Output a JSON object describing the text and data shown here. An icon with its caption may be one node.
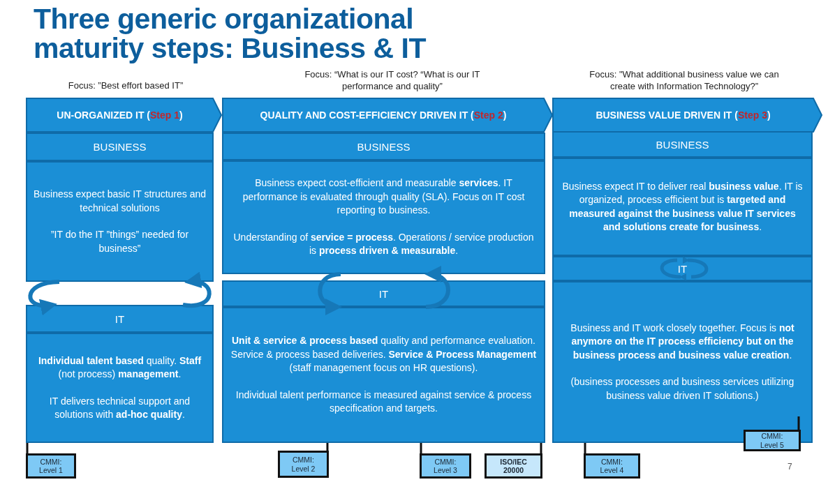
{
  "diagram": {
    "title": "Three generic organizational maturity steps: Business & IT",
    "nodes": [
      {
        "text": [
          "UN-ORGANIZED IT (*Step 1*)"
        ],
        "beside": [
          "Focus: ”Best effort based IT”"
        ]
      },
      {
        "text": [
          "BUSINESS"
        ]
      },
      {
        "text": [
          "Business expect basic IT structures and technical solutions",
          "”IT do the IT ”things” needed for business”"
        ]
      },
      {
        "text": [
          "IT"
        ]
      },
      {
        "text": [
          "**Individual talent based** quality. **Staff** (not process) **management**.",
          "IT delivers technical support and solutions with **ad-hoc quality**."
        ]
      },
      {
        "text": [
          "QUALITY AND COST-EFFICIENCY DRIVEN IT (*Step 2*)"
        ],
        "beside": [
          "Focus: “What is our IT cost? “What is our IT performance and quality”"
        ]
      },
      {
        "text": [
          "BUSINESS"
        ]
      },
      {
        "text": [
          "Business expect cost-efficient and measurable **services**. IT performance is evaluated through quality (SLA). Focus on IT cost reporting to business.",
          "Understanding of **service = process**. Operations / service production is **process driven & measurable**."
        ]
      },
      {
        "text": [
          "IT"
        ]
      },
      {
        "text": [
          "**Unit & service & process based** quality and performance evaluation. Service & process based deliveries. **Service & Process Management** (staff management focus on HR questions).",
          "Individual talent performance is measured against service & process specification and targets."
        ]
      },
      {
        "text": [
          "BUSINESS VALUE DRIVEN IT (*Step 3*)"
        ],
        "beside": [
          "Focus: \"What additional business value we can create with Information Technology?”"
        ]
      },
      {
        "text": [
          "BUSINESS"
        ]
      },
      {
        "text": [
          "Business expect IT to deliver real **business value**. IT is organized, process efficient but is **targeted and measured against the business value IT services and solutions create for business**."
        ]
      },
      {
        "text": [
          "IT"
        ]
      },
      {
        "text": [
          "Business and IT work closely together. Focus is **not anymore on the IT process efficiency but on the business process and business value creation**.",
          "(business processes and business services utilizing business value driven IT solutions.)"
        ]
      },
      {
        "text": [
          "CMMI: Level 1"
        ]
      },
      {
        "text": [
          "CMMI: Level 2"
        ]
      },
      {
        "text": [
          "CMMI: Level 3"
        ]
      },
      {
        "text": [
          "ISO/IEC 20000"
        ]
      },
      {
        "text": [
          "CMMI: Level 4"
        ]
      },
      {
        "text": [
          "CMMI: Level 5"
        ]
      }
    ],
    "edges": [
      {
        "from": 15,
        "to": 4,
        "arrow": "none"
      },
      {
        "from": 16,
        "to": 9,
        "arrow": "none"
      },
      {
        "from": 17,
        "to": 9,
        "arrow": "none"
      },
      {
        "from": 18,
        "to": 9,
        "arrow": "none"
      },
      {
        "from": 19,
        "to": 14,
        "arrow": "none"
      },
      {
        "from": 20,
        "to": 14,
        "arrow": "none"
      },
      {
        "from": 2,
        "to": 3,
        "arrow": "to",
        "style": "thick",
        "color": "#1678b8"
      },
      {
        "from": 3,
        "to": 2,
        "arrow": "to",
        "style": "thick",
        "color": "#1678b8"
      },
      {
        "from": 7,
        "to": 8,
        "arrow": "to",
        "style": "thick",
        "color": "#1678b8"
      },
      {
        "from": 8,
        "to": 7,
        "arrow": "to",
        "style": "thick",
        "color": "#1678b8"
      }
    ],
    "labels": [
      "7"
    ]
  }
}
